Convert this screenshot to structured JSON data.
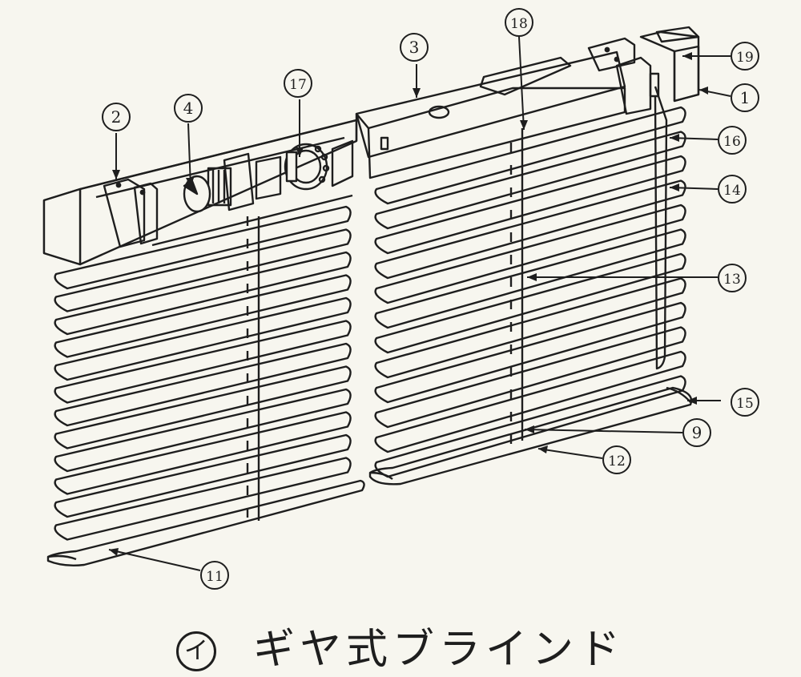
{
  "caption": {
    "marker": "イ",
    "text": "ギヤ式ブラインド"
  },
  "callouts": [
    {
      "id": "c1",
      "label": "1"
    },
    {
      "id": "c2",
      "label": "2"
    },
    {
      "id": "c3",
      "label": "3"
    },
    {
      "id": "c4",
      "label": "4"
    },
    {
      "id": "c9",
      "label": "9"
    },
    {
      "id": "c11",
      "label": "11"
    },
    {
      "id": "c12",
      "label": "12"
    },
    {
      "id": "c13",
      "label": "13"
    },
    {
      "id": "c14",
      "label": "14"
    },
    {
      "id": "c15",
      "label": "15"
    },
    {
      "id": "c16",
      "label": "16"
    },
    {
      "id": "c17",
      "label": "17"
    },
    {
      "id": "c18",
      "label": "18"
    },
    {
      "id": "c19",
      "label": "19"
    }
  ],
  "colors": {
    "line": "#1e1e1e",
    "background": "#f7f6ef"
  }
}
